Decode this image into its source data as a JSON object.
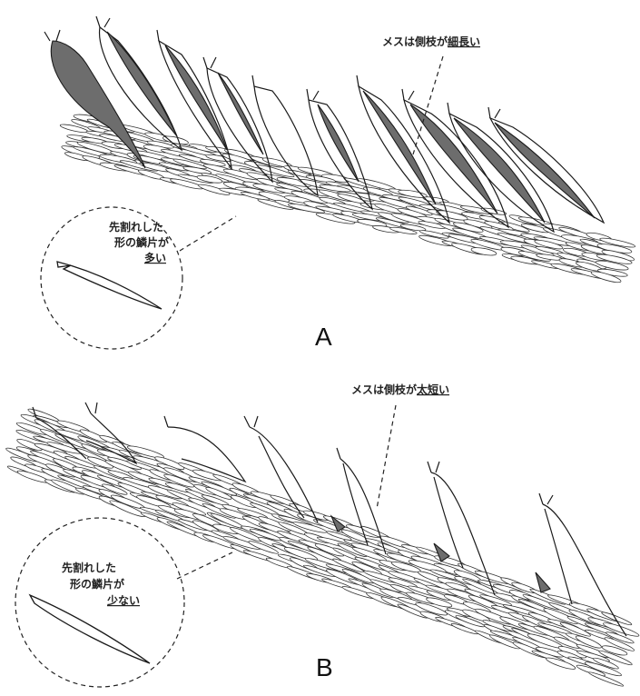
{
  "panel_a": {
    "label": "A",
    "callout_top": {
      "prefix": "メスは側枝が",
      "emphasis": "細長い"
    },
    "callout_circle": {
      "line1": "先割れした",
      "line2": "形の鱗片が",
      "emphasis": "多い"
    }
  },
  "panel_b": {
    "label": "B",
    "callout_top": {
      "prefix": "メスは側枝が",
      "emphasis": "太短い"
    },
    "callout_circle": {
      "line1": "先割れした",
      "line2": "形の鱗片が",
      "emphasis": "少ない"
    }
  },
  "colors": {
    "ink": "#1a1a1a",
    "shade": "#6d6d6d",
    "background": "#ffffff"
  }
}
